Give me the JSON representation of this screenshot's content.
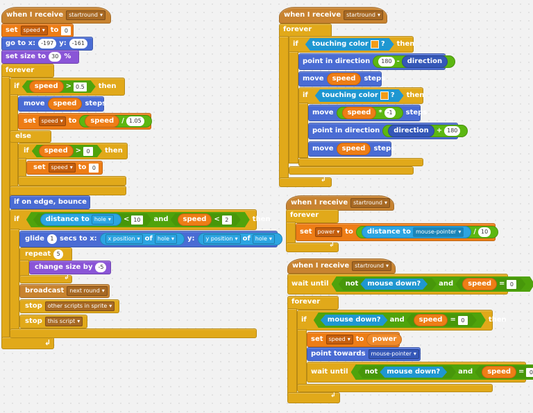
{
  "colors": {
    "events": "#c88330",
    "control": "#e1a91a",
    "data": "#ee7d16",
    "motion": "#4a6cd4",
    "looks": "#8a55d7",
    "sensing": "#2ca5e2",
    "operators": "#5cb712"
  },
  "icons": {
    "loop_arrow": "loop-arrow-icon",
    "dropdown": "chevron-down-icon"
  },
  "script1": {
    "hat_text": "when I receive",
    "hat_msg": "startround",
    "set_speed": {
      "set": "set",
      "var": "speed",
      "to": "to",
      "val": "0"
    },
    "goto": {
      "text": "go to x:",
      "x": "-197",
      "y_label": "y:",
      "y": "-161"
    },
    "set_size": {
      "text": "set size to",
      "val": "30",
      "unit": "%"
    },
    "forever": "forever",
    "if1": {
      "if": "if",
      "var": "speed",
      "op": ">",
      "val": "0.5",
      "then": "then"
    },
    "move1": {
      "move": "move",
      "var": "speed",
      "steps": "steps"
    },
    "set_mul": {
      "set": "set",
      "var": "speed",
      "to": "to",
      "var2": "speed",
      "op": "/",
      "val": "1.05"
    },
    "else": "else",
    "if2": {
      "if": "if",
      "var": "speed",
      "op": ">",
      "val": "0",
      "then": "then"
    },
    "set_zero": {
      "set": "set",
      "var": "speed",
      "to": "to",
      "val": "0"
    },
    "bounce": "if on edge, bounce",
    "if3": {
      "if": "if",
      "distance": "distance to",
      "hole": "hole",
      "lt": "<",
      "val": "10",
      "and": "and",
      "var": "speed",
      "lt2": "<",
      "val2": "2",
      "then": "then"
    },
    "glide": {
      "glide": "glide",
      "secs_val": "1",
      "secs": "secs to x:",
      "xpos": "x position",
      "of": "of",
      "hole": "hole",
      "y": "y:",
      "ypos": "y position",
      "of2": "of",
      "hole2": "hole"
    },
    "repeat": {
      "text": "repeat",
      "val": "5"
    },
    "change_size": {
      "text": "change size by",
      "val": "-5"
    },
    "broadcast": {
      "text": "broadcast",
      "msg": "next round"
    },
    "stop1": {
      "text": "stop",
      "opt": "other scripts in sprite"
    },
    "stop2": {
      "text": "stop",
      "opt": "this script"
    }
  },
  "script2": {
    "hat_text": "when I receive",
    "hat_msg": "startround",
    "forever": "forever",
    "if1": {
      "if": "if",
      "touching": "touching color",
      "q": "?",
      "then": "then"
    },
    "point1": {
      "text": "point in direction",
      "val": "180",
      "op": "-",
      "dir": "direction"
    },
    "move1": {
      "move": "move",
      "var": "speed",
      "steps": "steps"
    },
    "if2": {
      "if": "if",
      "touching": "touching color",
      "q": "?",
      "then": "then"
    },
    "move2": {
      "move": "move",
      "var": "speed",
      "op": "*",
      "val": "-1",
      "steps": "steps"
    },
    "point2": {
      "text": "point in direction",
      "dir": "direction",
      "op": "+",
      "val": "180"
    },
    "move3": {
      "move": "move",
      "var": "speed",
      "steps": "steps"
    }
  },
  "script3": {
    "hat_text": "when I receive",
    "hat_msg": "startround",
    "forever": "forever",
    "set": {
      "set": "set",
      "var": "power",
      "to": "to",
      "distance": "distance to",
      "target": "mouse-pointer",
      "op": "/",
      "val": "10"
    }
  },
  "script4": {
    "hat_text": "when I receive",
    "hat_msg": "startround",
    "wait1": {
      "wait": "wait until",
      "not": "not",
      "mouse": "mouse down?",
      "and": "and",
      "var": "speed",
      "eq": "=",
      "val": "0"
    },
    "forever": "forever",
    "if1": {
      "if": "if",
      "mouse": "mouse down?",
      "and": "and",
      "var": "speed",
      "eq": "=",
      "val": "0",
      "then": "then"
    },
    "set": {
      "set": "set",
      "var": "speed",
      "to": "to",
      "val": "power"
    },
    "point": {
      "text": "point towards",
      "target": "mouse-pointer"
    },
    "wait2": {
      "wait": "wait until",
      "not": "not",
      "mouse": "mouse down?",
      "and": "and",
      "var": "speed",
      "eq": "=",
      "val": "0"
    }
  }
}
